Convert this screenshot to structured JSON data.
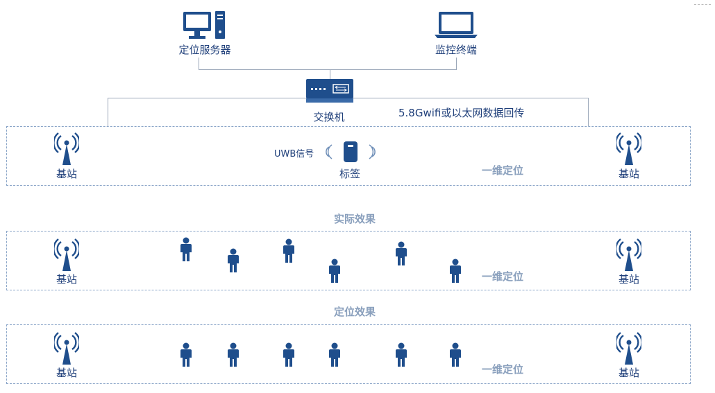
{
  "top": {
    "server_label": "定位服务器",
    "terminal_label": "监控终端",
    "switch_label": "交换机",
    "network_label": "5.8Gwifi或以太网数据回传"
  },
  "row1": {
    "station_left": "基站",
    "station_right": "基站",
    "uwb_label": "UWB信号",
    "tag_label": "标签",
    "mode_label": "一维定位"
  },
  "row2": {
    "title": "实际效果",
    "station_left": "基站",
    "station_right": "基站",
    "mode_label": "一维定位"
  },
  "row3": {
    "title": "定位效果",
    "station_left": "基站",
    "station_right": "基站",
    "mode_label": "一维定位"
  },
  "colors": {
    "icon": "#1f4e8c",
    "line": "#9aa6b8",
    "dash": "#8aa5c8",
    "muted": "#8aa0bd"
  },
  "icons": [
    "desktop-computer-icon",
    "laptop-icon",
    "network-switch-icon",
    "antenna-tower-icon",
    "uwb-tag-icon",
    "person-icon"
  ]
}
